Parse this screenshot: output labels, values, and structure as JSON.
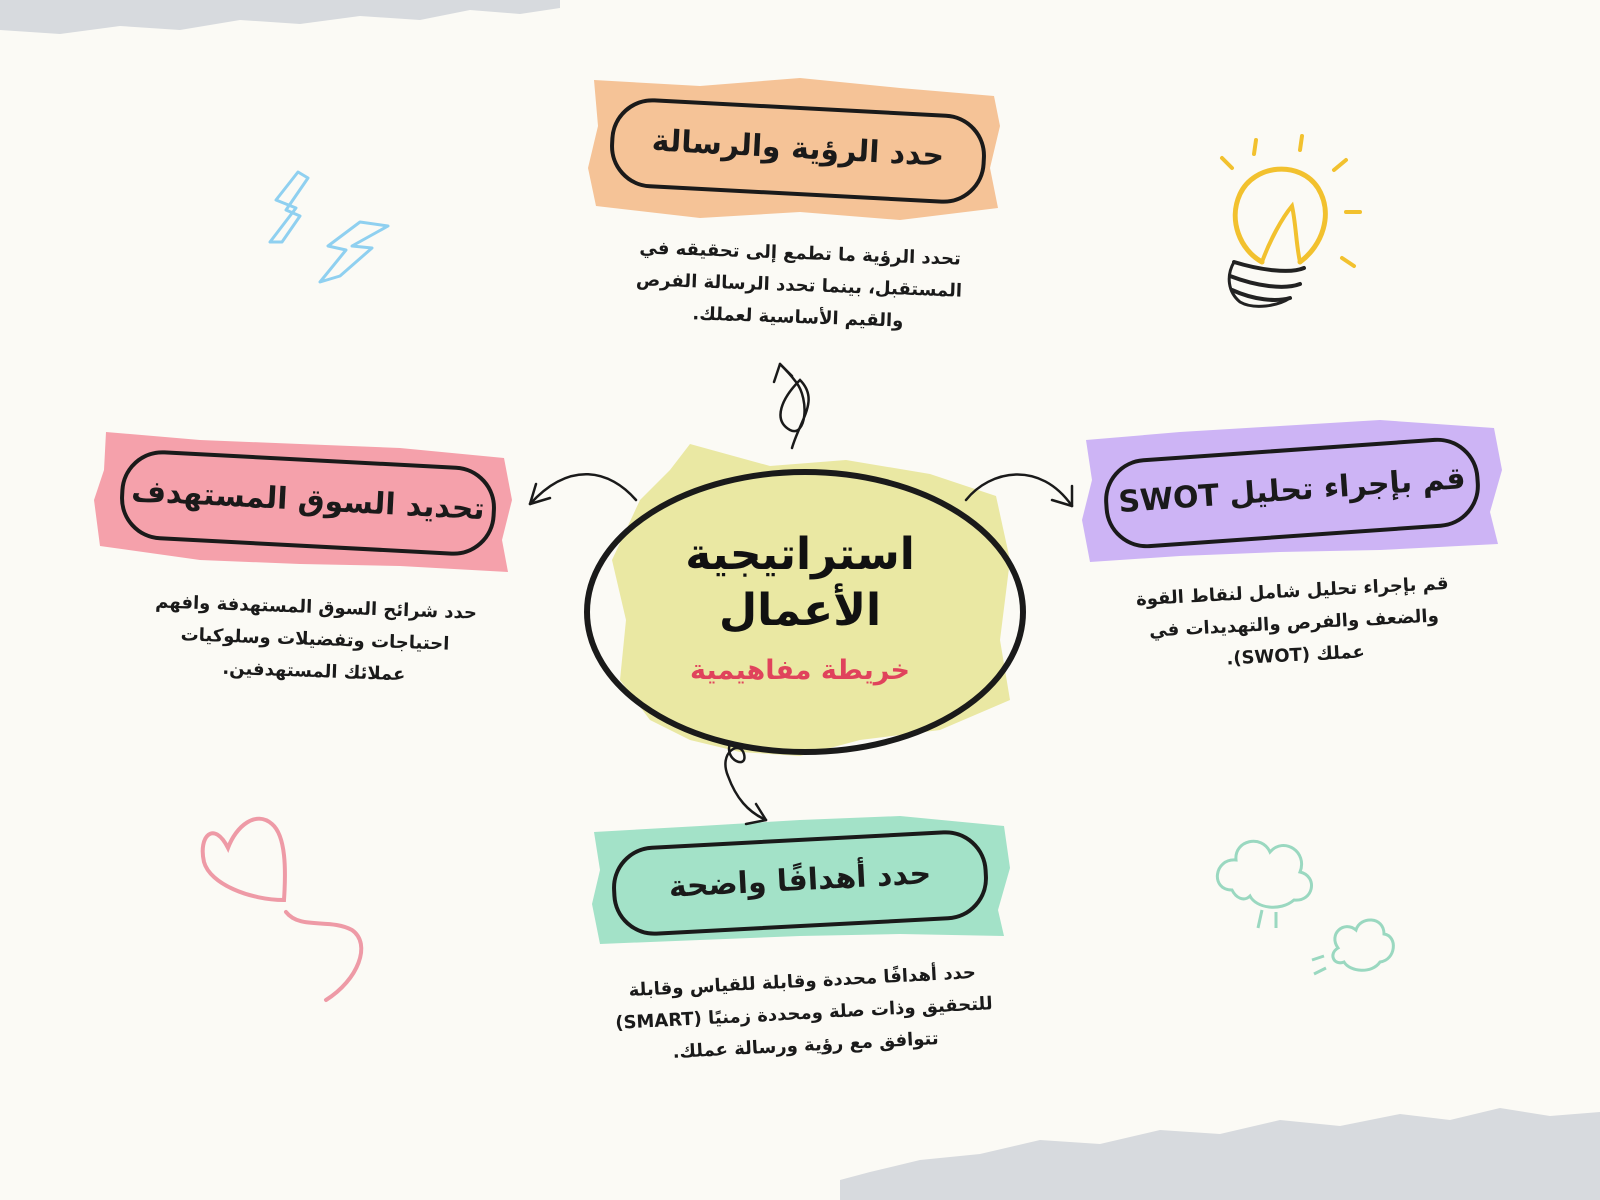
{
  "center": {
    "title_line1": "استراتيجية",
    "title_line2": "الأعمال",
    "subtitle": "خريطة مفاهيمية",
    "fill": "#e9e79e",
    "subtitle_color": "#e0435c"
  },
  "nodes": {
    "vision": {
      "title": "حدد الرؤية والرسالة",
      "description": "تحدد الرؤية ما تطمع إلى تحقيقه في المستقبل، بينما تحدد الرسالة الفرص والقيم الأساسية لعملك.",
      "color": "#f5c397"
    },
    "swot": {
      "title": "قم بإجراء تحليل SWOT",
      "description": "قم بإجراء تحليل شامل لنقاط القوة والضعف والفرص والتهديدات في عملك (SWOT).",
      "color": "#cdb4f5"
    },
    "market": {
      "title": "تحديد السوق المستهدف",
      "description": "حدد شرائح السوق المستهدفة وافهم احتياجات وتفضيلات وسلوكيات عملائك المستهدفين.",
      "color": "#f5a1ab"
    },
    "goals": {
      "title": "حدد أهدافًا واضحة",
      "description": "حدد أهدافًا محددة وقابلة للقياس وقابلة للتحقيق وذات صلة ومحددة زمنيًا (SMART) تتوافق مع رؤية ورسالة عملك.",
      "color": "#a3e2c8"
    }
  },
  "doodles": [
    "lightning-icon",
    "lightbulb-icon",
    "heart-icon",
    "cloud-icon"
  ]
}
